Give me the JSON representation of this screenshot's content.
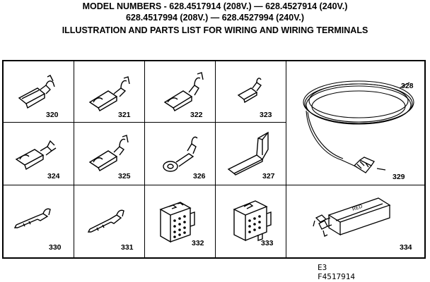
{
  "header": {
    "line1": "MODEL NUMBERS - 628.4517914 (208V.) — 628.4527914 (240V.)",
    "line2": "628.4517994 (208V.) — 628.4527994 (240V.)",
    "line3": "ILLUSTRATION AND PARTS LIST FOR WIRING AND WIRING TERMINALS"
  },
  "parts": [
    {
      "number": "320",
      "icon": "flag-terminal-icon"
    },
    {
      "number": "321",
      "icon": "female-terminal-icon"
    },
    {
      "number": "322",
      "icon": "female-terminal-icon"
    },
    {
      "number": "323",
      "icon": "small-terminal-icon"
    },
    {
      "number": "324",
      "icon": "female-terminal-icon"
    },
    {
      "number": "325",
      "icon": "female-terminal-icon"
    },
    {
      "number": "326",
      "icon": "ring-terminal-icon"
    },
    {
      "number": "327",
      "icon": "flag-terminal-icon"
    },
    {
      "number": "330",
      "icon": "pin-terminal-icon"
    },
    {
      "number": "331",
      "icon": "pin-terminal-icon"
    },
    {
      "number": "332",
      "icon": "connector-block-icon"
    },
    {
      "number": "333",
      "icon": "connector-block-icon"
    },
    {
      "number": "328",
      "icon": "wire-coil-icon"
    },
    {
      "number": "329",
      "icon": "wire-nut-icon"
    },
    {
      "number": "334",
      "icon": "wiring-harness-icon"
    }
  ],
  "footer": {
    "code": "E3",
    "figure": "F4517914"
  }
}
